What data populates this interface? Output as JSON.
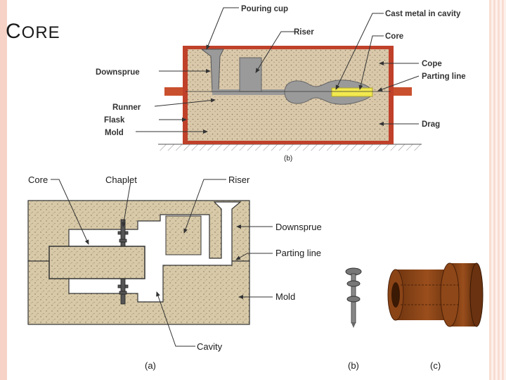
{
  "title_cap": "C",
  "title_rest": "ORE",
  "top_labels": {
    "pouring_cup": "Pouring cup",
    "riser": "Riser",
    "downsprue": "Downsprue",
    "runner": "Runner",
    "flask": "Flask",
    "mold": "Mold",
    "cast_metal": "Cast metal in cavity",
    "core": "Core",
    "cope": "Cope",
    "parting_line": "Parting line",
    "drag": "Drag",
    "fig": "(b)"
  },
  "bottom_labels": {
    "core": "Core",
    "chaplet": "Chaplet",
    "riser": "Riser",
    "downsprue": "Downsprue",
    "parting_line": "Parting line",
    "mold": "Mold",
    "cavity": "Cavity",
    "fig_a": "(a)",
    "fig_b": "(b)",
    "fig_c": "(c)"
  }
}
